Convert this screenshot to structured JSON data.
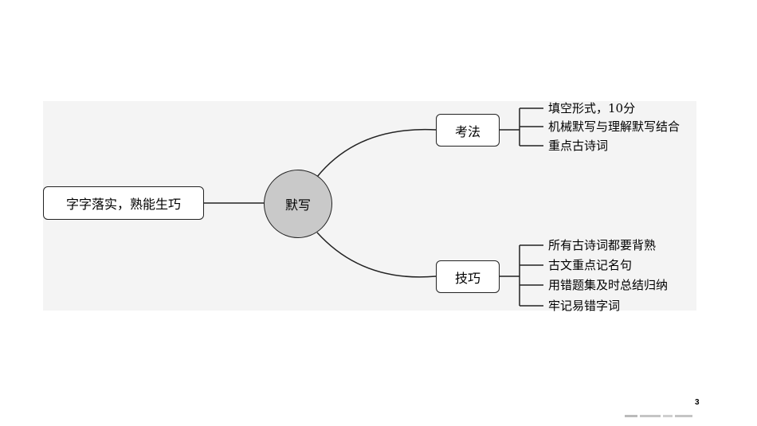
{
  "center": {
    "label": "默写"
  },
  "left_node": {
    "label": "字字落实，熟能生巧"
  },
  "branches": [
    {
      "label": "考法",
      "leaves": [
        "填空形式，10分",
        "机械默写与理解默写结合",
        "重点古诗词"
      ]
    },
    {
      "label": "技巧",
      "leaves": [
        "所有古诗词都要背熟",
        "古文重点记名句",
        "用错题集及时总结归纳",
        "牢记易错字词"
      ]
    }
  ],
  "page_number": "3",
  "colors": {
    "panel": "#f4f4f4",
    "center_fill": "#c9c9c9",
    "line": "#222222"
  }
}
